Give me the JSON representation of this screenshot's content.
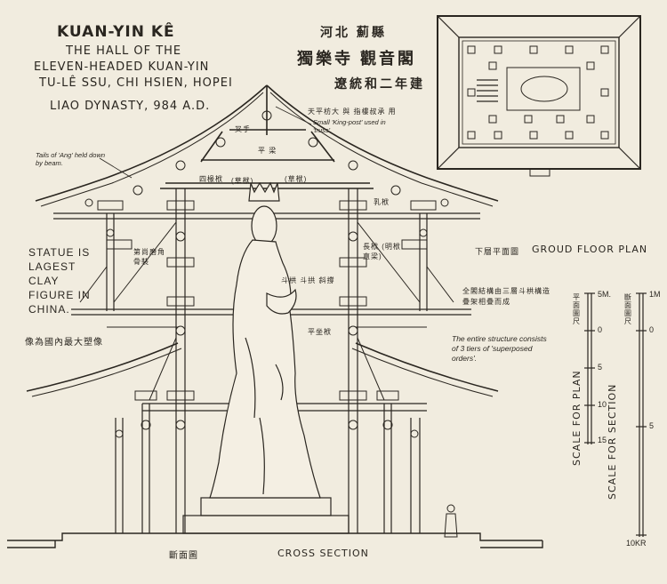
{
  "title": {
    "main": "KUAN-YIN KÊ",
    "line1": "THE HALL OF THE",
    "line2": "ELEVEN-HEADED KUAN-YIN",
    "line3": "TU-LÊ SSU, CHI HSIEN, HOPEI",
    "line4": "LIAO DYNASTY, 984 A.D."
  },
  "chinese_title": {
    "line1": "河北 薊縣",
    "line2": "獨樂寺 觀音閣",
    "line3": "遼統和二年建"
  },
  "annotations": {
    "king_post_cn": "天平枋大 與 指樓叔承 用",
    "king_post": "Small 'King-post' used in 'truss'.",
    "ang_tails": "Tails of 'Ang' held down by beam.",
    "beam_label_1": "四椽栿",
    "beam_label_2": "(草栿)",
    "beam_label_3": "(草栿)",
    "beam_label_4": "乳栿",
    "beam_label_5": "平 梁",
    "beam_label_6": "長栿 (明栿 直梁)",
    "beam_label_7": "平坐栿",
    "beam_label_8": "斗栱 斗拱 斜撐",
    "beam_label_9": "叉手",
    "statue_cn": "第尚磨角 骨裝",
    "statue": "STATUE IS LAGEST CLAY FIGURE IN CHINA.",
    "statue_cn2": "像為國內最大塑像",
    "structure_cn": "全閣結構由三層斗栱構造 疊架相疊而成",
    "structure": "The entire structure consists of 3 tiers of 'superposed orders'."
  },
  "plan": {
    "label": "GROUD FLOOR PLAN",
    "label_cn": "下層平面圖"
  },
  "section": {
    "label": "CROSS SECTION",
    "label_cn": "斷面圖"
  },
  "scale_plan": {
    "label": "SCALE FOR PLAN",
    "label_cn": "平面圖尺",
    "unit": "5M.",
    "ticks": [
      "0",
      "5",
      "10",
      "15"
    ]
  },
  "scale_section": {
    "label": "SCALE FOR SECTION",
    "label_cn": "斷面圖尺",
    "unit": "1M",
    "ticks": [
      "0",
      "5",
      "10"
    ],
    "end": "10KR"
  },
  "colors": {
    "paper": "#f1ecdf",
    "ink": "#2a2620"
  }
}
